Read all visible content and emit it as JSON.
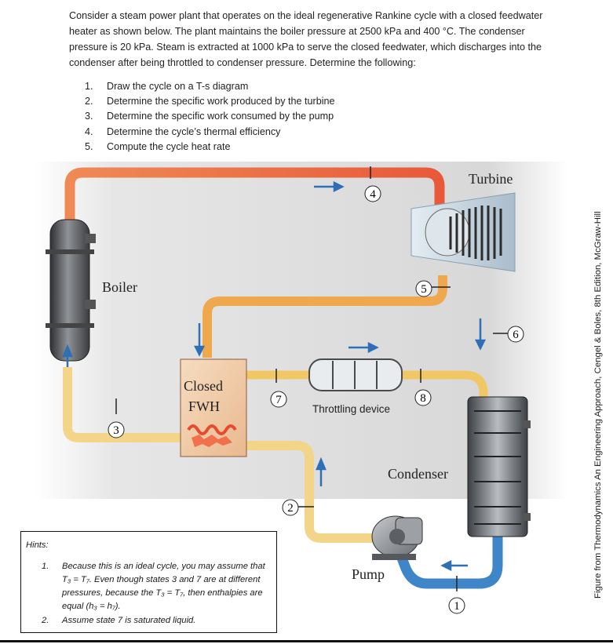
{
  "problem": {
    "text": "Consider a steam power plant that operates on the ideal regenerative Rankine cycle with a closed feedwater heater as shown below. The plant maintains the boiler pressure at 2500 kPa and 400 °C. The condenser pressure is 20 kPa. Steam is extracted at 1000 kPa to serve the closed feedwater, which discharges into the condenser after being throttled to condenser pressure. Determine the following:"
  },
  "tasks": [
    {
      "num": "1.",
      "text": "Draw the cycle on a T-s diagram"
    },
    {
      "num": "2.",
      "text": "Determine the specific work produced by the turbine"
    },
    {
      "num": "3.",
      "text": "Determine the specific work consumed by the pump"
    },
    {
      "num": "4.",
      "text": "Determine the cycle’s thermal efficiency"
    },
    {
      "num": "5.",
      "text": "Compute the cycle heat rate"
    }
  ],
  "figure": {
    "labels": {
      "turbine": "Turbine",
      "boiler": "Boiler",
      "fwh_line1": "Closed",
      "fwh_line2": "FWH",
      "throttle": "Throttling device",
      "condenser": "Condenser",
      "pump": "Pump"
    },
    "states": [
      "1",
      "2",
      "3",
      "4",
      "5",
      "6",
      "7",
      "8"
    ],
    "colors": {
      "hot_pipe": "#e8593a",
      "warm_pipe": "#f1b24a",
      "cool_pipe": "#f3d58a",
      "cold_pipe": "#3f86c8",
      "arrow": "#2e6fb5"
    }
  },
  "hints": {
    "title": "Hints:",
    "items": [
      {
        "num": "1.",
        "text": "Because this is an ideal cycle, you may assume that T₃ = T₇. Even though states 3 and 7 are at different pressures, because the T₃ = T₇, then enthalpies are equal (h₃ = h₇)."
      },
      {
        "num": "2.",
        "text": "Assume state 7 is saturated liquid."
      }
    ]
  },
  "credit": "Figure from Thermodynamics An Engineering Approach, Cengel & Boles, 8th Edition, McGraw-Hill"
}
